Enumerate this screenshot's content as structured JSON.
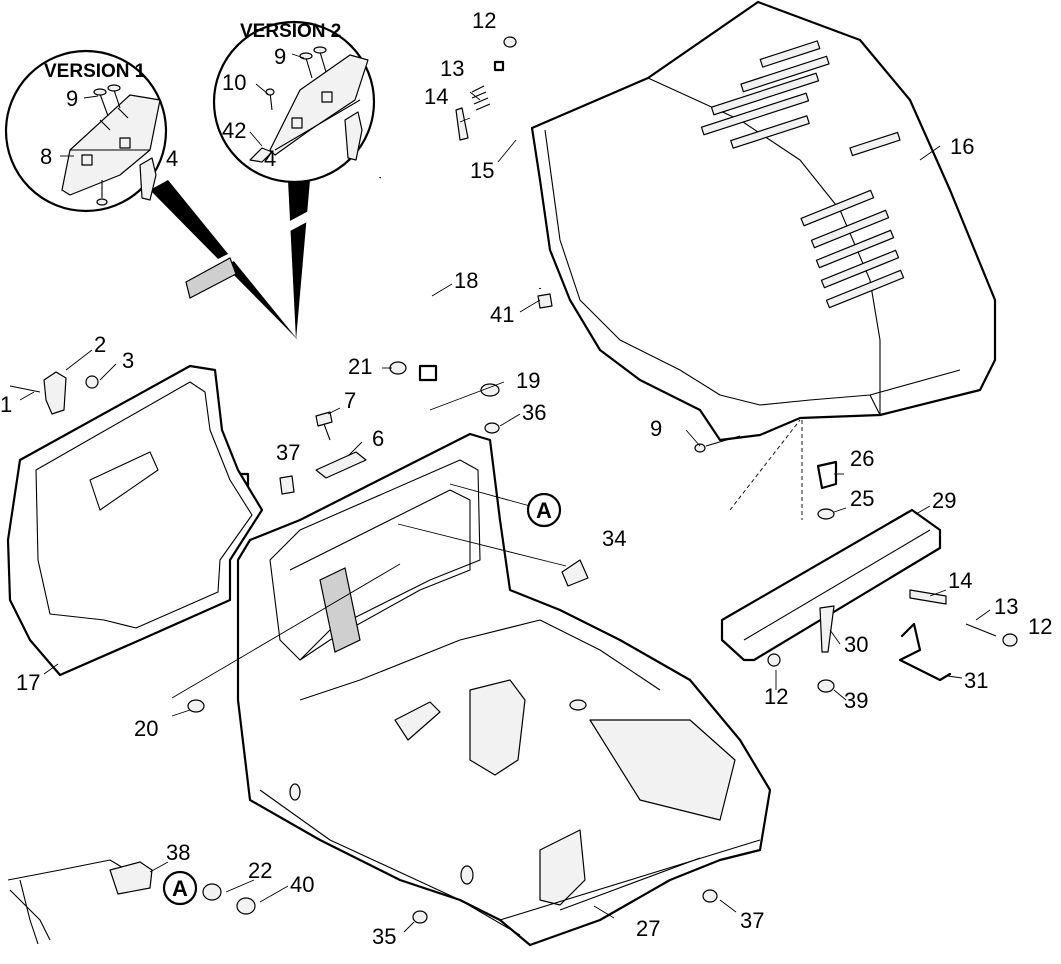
{
  "versions": {
    "version1": "VERSION 1",
    "version2": "VERSION 2"
  },
  "callout": "A",
  "parts": {
    "p1": "1",
    "p2": "2",
    "p3": "3",
    "p4a": "4",
    "p4b": "4",
    "p6": "6",
    "p7": "7",
    "p8": "8",
    "p9a": "9",
    "p9b": "9",
    "p9c": "9",
    "p10": "10",
    "p12a": "12",
    "p12b": "12",
    "p12c": "12",
    "p13a": "13",
    "p13b": "13",
    "p14a": "14",
    "p14b": "14",
    "p15": "15",
    "p16": "16",
    "p17": "17",
    "p18": "18",
    "p19": "19",
    "p20": "20",
    "p21": "21",
    "p22": "22",
    "p25": "25",
    "p26": "26",
    "p27": "27",
    "p29": "29",
    "p30": "30",
    "p31": "31",
    "p34": "34",
    "p35": "35",
    "p36": "36",
    "p37a": "37",
    "p37b": "37",
    "p38": "38",
    "p39": "39",
    "p40": "40",
    "p41": "41",
    "p42": "42"
  }
}
